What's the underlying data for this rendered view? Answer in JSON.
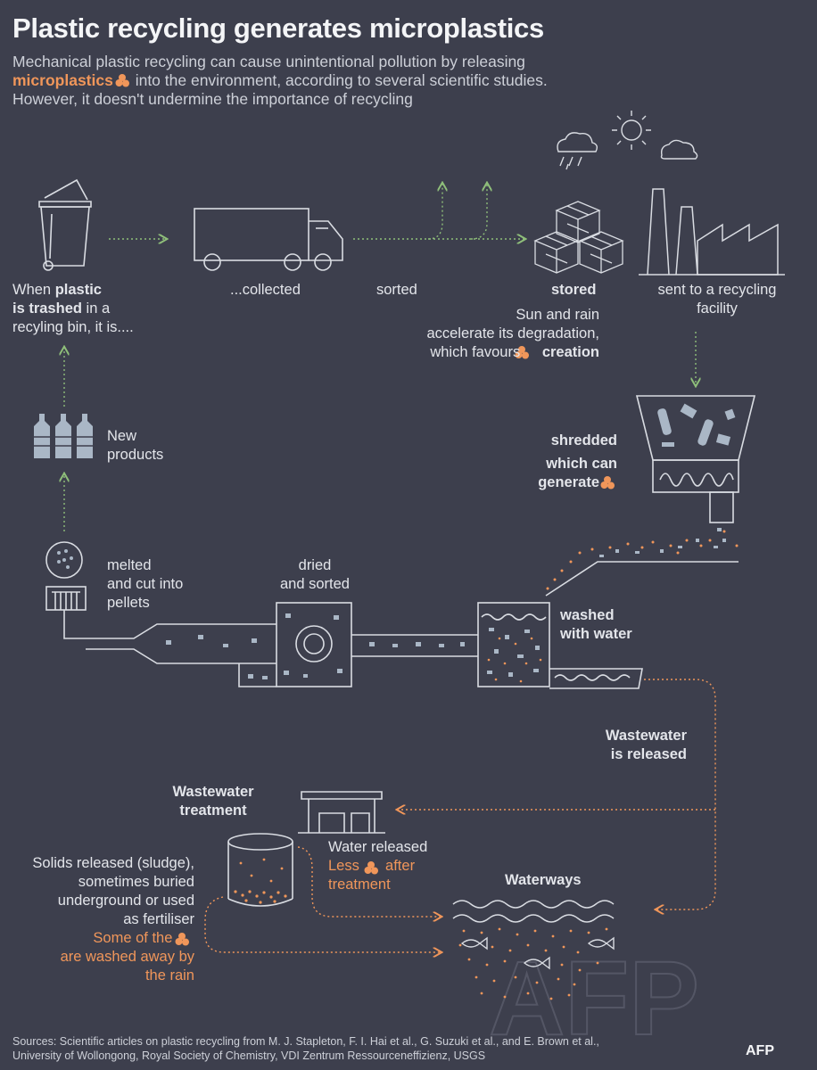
{
  "title": "Plastic recycling generates microplastics",
  "intro": {
    "line1": "Mechanical plastic recycling can cause unintentional pollution by releasing",
    "microplastics": "microplastics",
    "line2_rest": "into the environment, according to several scientific studies.",
    "line3": "However, it doesn't undermine the importance of recycling"
  },
  "steps": {
    "trashed_pre": "When ",
    "trashed_bold1": "plastic",
    "trashed_bold2": "is trashed",
    "trashed_post1": " in a",
    "trashed_post2": "recyling bin, it is....",
    "collected": "...collected",
    "sorted": "sorted",
    "stored": "stored",
    "stored_note1": "Sun and rain",
    "stored_note2": "accelerate its degradation,",
    "stored_note3": "which favours",
    "stored_note4": "creation",
    "facility1": "sent to a recycling",
    "facility2": "facility",
    "shredded": "shredded",
    "shredded_note1": "which can",
    "shredded_note2": "generate",
    "washed1": "washed",
    "washed2": "with water",
    "dried1": "dried",
    "dried2": "and sorted",
    "melted1": "melted",
    "melted2": "and cut into",
    "melted3": "pellets",
    "new1": "New",
    "new2": "products",
    "wastewater1": "Wastewater",
    "wastewater2": "is released",
    "treatment1": "Wastewater",
    "treatment2": "treatment",
    "water_released": "Water released",
    "less": "Less",
    "after": "after",
    "treatment_word": "treatment",
    "solids1": "Solids released (sludge),",
    "solids2": "sometimes buried",
    "solids3": "underground or used",
    "solids4": "as fertiliser",
    "some_of_the": "Some of the",
    "washed_away1": "are washed away by",
    "washed_away2": "the rain",
    "waterways": "Waterways"
  },
  "sources": {
    "line1": "Sources: Scientific articles on plastic recycling from M. J. Stapleton, F. I. Hai et al., G. Suzuki et al., and E. Brown et al.,",
    "line2": "University of Wollongong, Royal Society of Chemistry, VDI Zentrum Ressourceneffizienz, USGS"
  },
  "watermark": "AFP",
  "logo": "AFP",
  "colors": {
    "background": "#3d3f4d",
    "accent": "#f0965a",
    "arrow_green": "#8fbf7a",
    "line": "#d9dce2",
    "plastic": "#aab7c6"
  },
  "icons": [
    "trash-bin-icon",
    "truck-icon",
    "cubes-icon",
    "factory-icon",
    "sun-icon",
    "cloud-icon",
    "rain-cloud-icon",
    "shredder-icon",
    "wash-tank-icon",
    "dryer-icon",
    "extruder-icon",
    "bottles-icon",
    "treatment-plant-icon",
    "sludge-tank-icon",
    "fish-icon",
    "microplastic-icon"
  ]
}
